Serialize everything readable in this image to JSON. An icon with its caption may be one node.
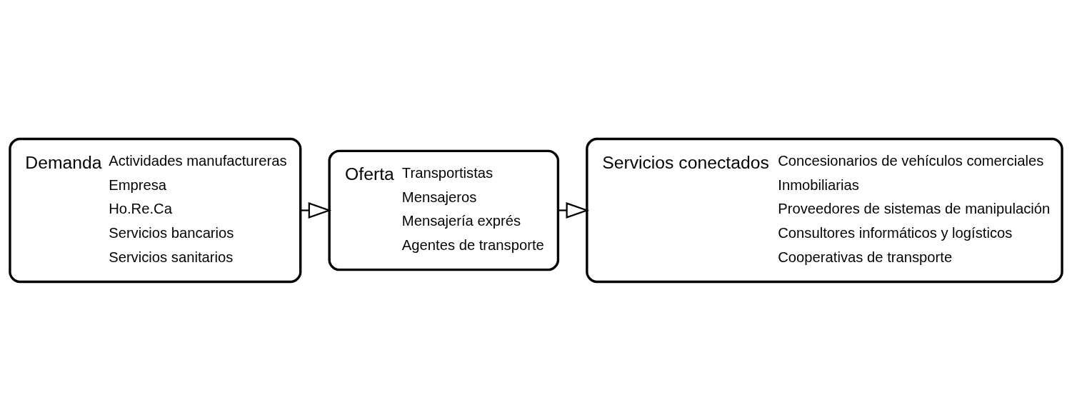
{
  "diagram": {
    "nodes": [
      {
        "text": [
          "Demanda",
          "Actividades manufactureras",
          "Empresa",
          "Ho.Re.Ca",
          "Servicios bancarios",
          "Servicios sanitarios"
        ]
      },
      {
        "text": [
          "Oferta",
          "Transportistas",
          "Mensajeros",
          "Mensajería exprés",
          "Agentes de transporte"
        ]
      },
      {
        "text": [
          "Servicios conectados",
          "Concesionarios de vehículos comerciales",
          "Inmobiliarias",
          "Proveedores de sistemas de manipulación",
          "Consultores informáticos y logísticos",
          "Cooperativas de transporte"
        ]
      }
    ],
    "edges": [
      {
        "from": 0,
        "to": 1,
        "arrow": "to"
      },
      {
        "from": 1,
        "to": 2,
        "arrow": "to"
      }
    ]
  }
}
